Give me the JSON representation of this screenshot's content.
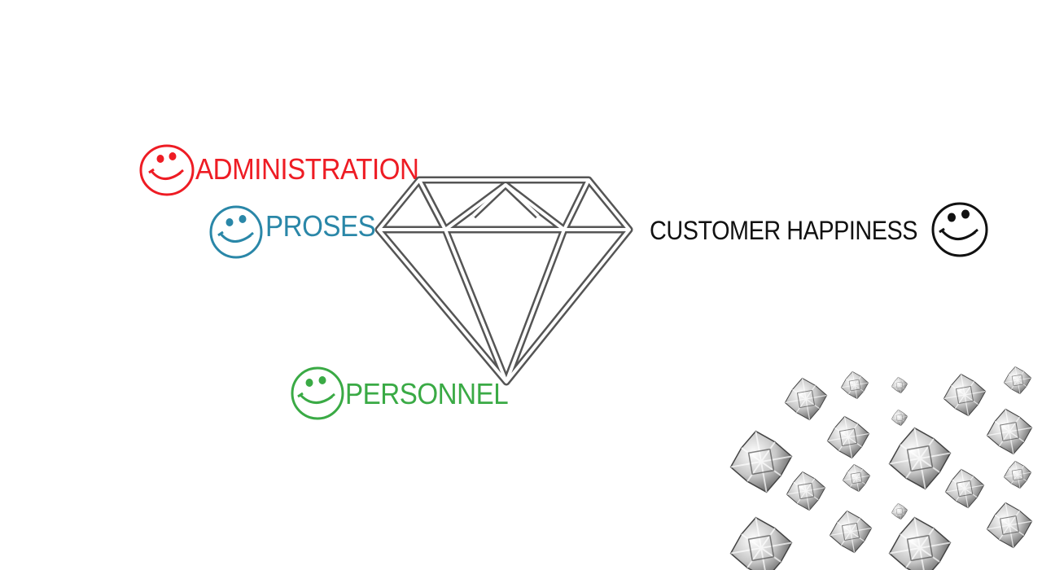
{
  "labels": {
    "administration": "ADMINISTRATION",
    "proses": "PROSES",
    "personnel": "PERSONNEL",
    "customer_happiness": "CUSTOMER HAPPINESS"
  },
  "colors": {
    "administration": "#ee1c24",
    "proses": "#2a87a8",
    "personnel": "#3aaa45",
    "customer_happiness": "#111111",
    "diamond_outline": "#555555"
  },
  "icons": {
    "smiley": "smiley-face-icon",
    "diamond": "diamond-outline-icon",
    "gems": "diamond-gems-pattern"
  }
}
